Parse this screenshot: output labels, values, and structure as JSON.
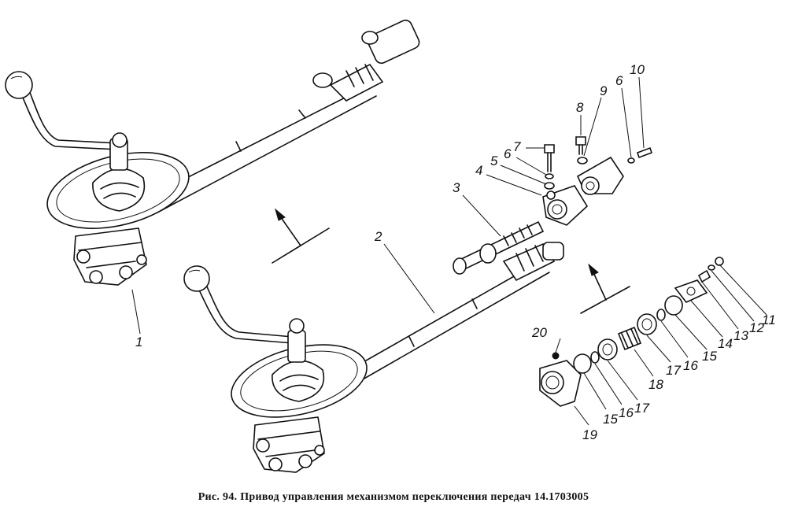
{
  "caption": "Рис. 94. Привод управления механизмом переключения передач 14.1703005",
  "callouts": {
    "c1": "1",
    "c2": "2",
    "c3": "3",
    "c4": "4",
    "c5": "5",
    "c6a": "6",
    "c6b": "6",
    "c7": "7",
    "c8": "8",
    "c9": "9",
    "c10": "10",
    "c11": "11",
    "c12": "12",
    "c13": "13",
    "c14": "14",
    "c15a": "15",
    "c15b": "15",
    "c16a": "16",
    "c16b": "16",
    "c17a": "17",
    "c17b": "17",
    "c18": "18",
    "c19": "19",
    "c20": "20"
  }
}
